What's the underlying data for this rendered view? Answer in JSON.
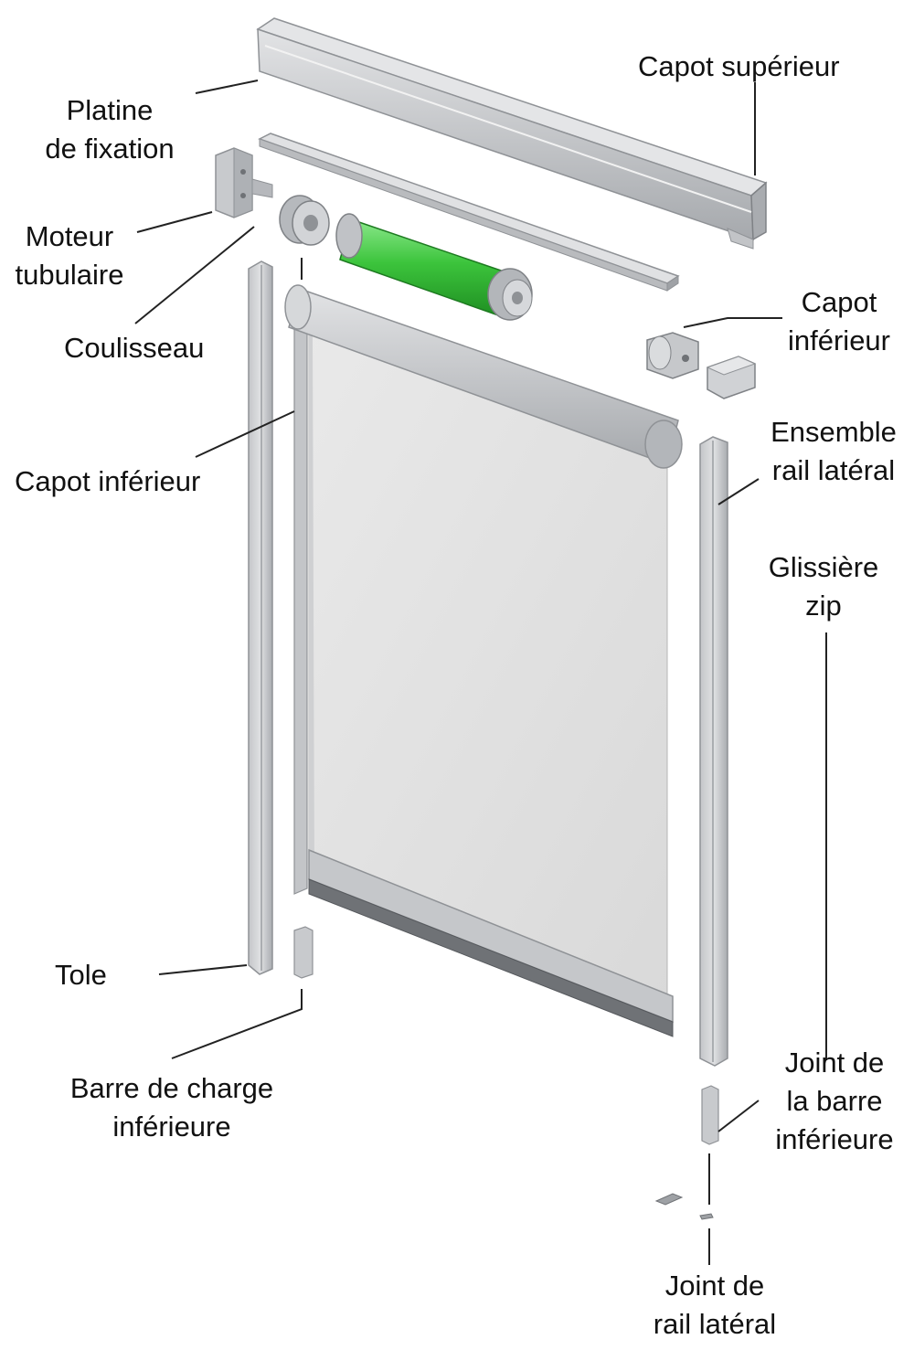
{
  "colors": {
    "metal_light": "#d6d7d9",
    "metal_mid": "#b3b5b8",
    "metal_dark": "#8f9296",
    "fabric": "#e3e3e3",
    "motor_green": "#3cc43c",
    "leader_line": "#222222"
  },
  "labels": {
    "capot_superieur": "Capot supérieur",
    "platine_1": "Platine",
    "platine_2": "de fixation",
    "moteur_1": "Moteur",
    "moteur_2": "tubulaire",
    "coulisseau": "Coulisseau",
    "capot_inferieur_right_1": "Capot",
    "capot_inferieur_right_2": "inférieur",
    "capot_inferieur_left": "Capot inférieur",
    "ensemble_1": "Ensemble",
    "ensemble_2": "rail latéral",
    "glissiere_1": "Glissière",
    "glissiere_2": "zip",
    "tole": "Tole",
    "barre_1": "Barre de charge",
    "barre_2": "inférieure",
    "joint_barre_1": "Joint de",
    "joint_barre_2": "la barre",
    "joint_barre_3": "inférieure",
    "joint_rail_1": "Joint de",
    "joint_rail_2": "rail latéral"
  }
}
